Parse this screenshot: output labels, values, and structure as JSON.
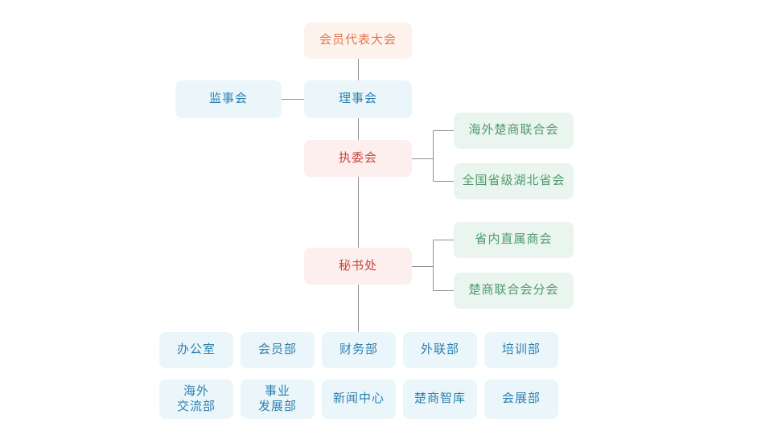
{
  "colors": {
    "level-orange-bg": "#fdf3ec",
    "level-orange-text": "#e8744a",
    "level-blue-bg": "#ebf6fb",
    "level-blue-text": "#2c80af",
    "level-red-bg": "#fdefee",
    "level-red-text": "#c9463e",
    "level-green-bg": "#e9f5ee",
    "level-green-text": "#4f9a6e",
    "connector": "#8f8f8f"
  },
  "org_chart": {
    "type": "organization-tree",
    "nodes": {
      "assembly": "会员代表大会",
      "supervisory_board": "监事会",
      "council": "理事会",
      "executive_committee": "执委会",
      "overseas_federation": "海外楚商联合会",
      "national_provincial": "全国省级湖北省会",
      "secretariat": "秘书处",
      "provincial_chambers": "省内直属商会",
      "federation_branches": "楚商联合会分会",
      "dept_office": "办公室",
      "dept_membership": "会员部",
      "dept_finance": "财务部",
      "dept_external": "外联部",
      "dept_training": "培训部",
      "dept_overseas_exchange": "海外\n交流部",
      "dept_business_dev": "事业\n发展部",
      "dept_news_center": "新闻中心",
      "dept_think_tank": "楚商智库",
      "dept_exhibition": "会展部"
    },
    "edges": [
      [
        "assembly",
        "council"
      ],
      [
        "supervisory_board",
        "council"
      ],
      [
        "council",
        "executive_committee"
      ],
      [
        "executive_committee",
        "overseas_federation"
      ],
      [
        "executive_committee",
        "national_provincial"
      ],
      [
        "executive_committee",
        "secretariat"
      ],
      [
        "secretariat",
        "provincial_chambers"
      ],
      [
        "secretariat",
        "federation_branches"
      ],
      [
        "secretariat",
        "departments"
      ]
    ]
  }
}
